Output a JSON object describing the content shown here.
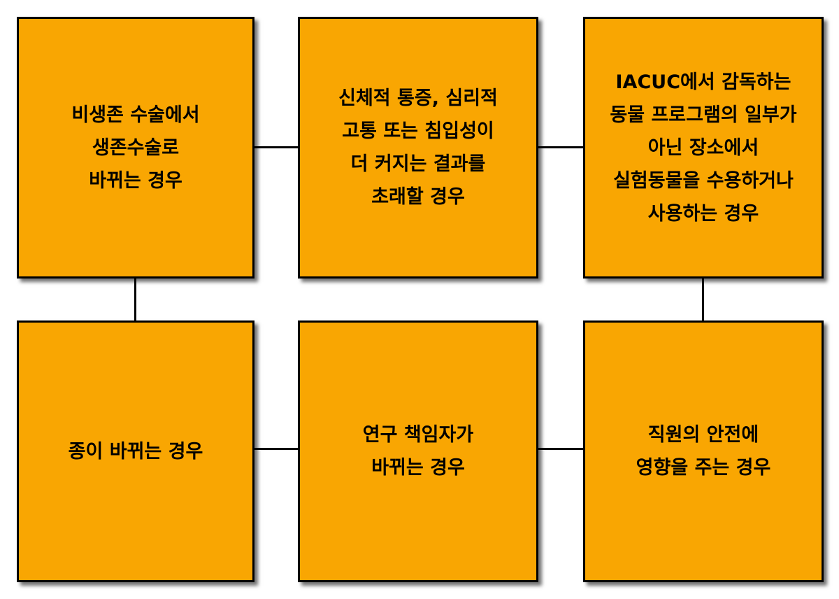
{
  "colors": {
    "box_fill": "#F9A602",
    "border": "#000000",
    "text": "#000000",
    "connector": "#000000"
  },
  "boxes": [
    {
      "id": "top-left",
      "text": "비생존 수술에서\n생존수술로\n바뀌는 경우"
    },
    {
      "id": "top-center",
      "text": "신체적 통증, 심리적\n고통 또는 침입성이\n더 커지는 결과를\n초래할 경우"
    },
    {
      "id": "top-right",
      "text": "IACUC에서 감독하는\n동물 프로그램의 일부가\n아닌 장소에서\n실험동물을 수용하거나\n사용하는 경우"
    },
    {
      "id": "bottom-left",
      "text": "종이 바뀌는 경우"
    },
    {
      "id": "bottom-center",
      "text": "연구 책임자가\n바뀌는 경우"
    },
    {
      "id": "bottom-right",
      "text": "직원의 안전에\n영향을 주는 경우"
    }
  ]
}
